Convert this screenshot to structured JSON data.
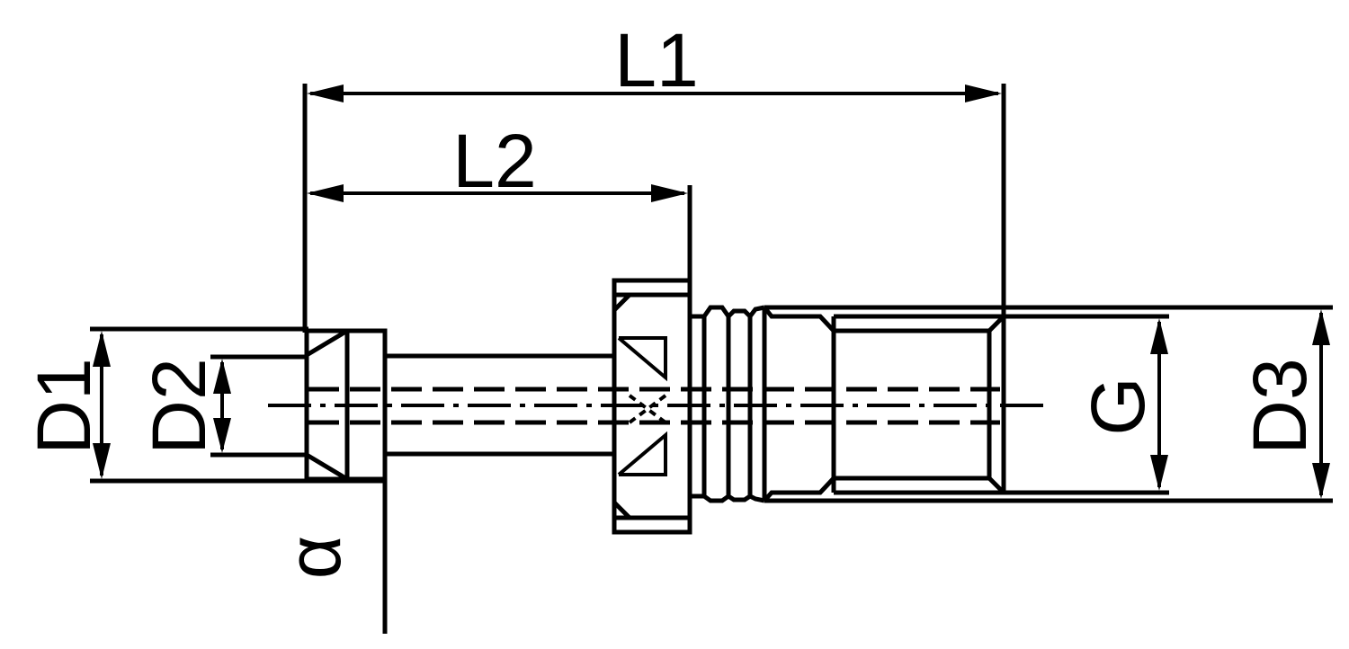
{
  "labels": {
    "l1": "L1",
    "l2": "L2",
    "d1": "D1",
    "d2": "D2",
    "d3": "D3",
    "g": "G",
    "alpha": "α"
  },
  "colors": {
    "line": "#000000",
    "background": "#ffffff"
  }
}
